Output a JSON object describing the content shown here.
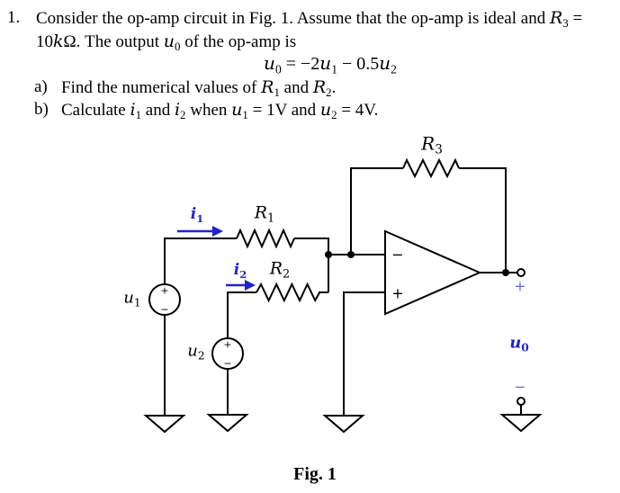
{
  "problem": {
    "number": "1.",
    "line1": [
      {
        "t": "Consider the op-amp circuit in Fig. 1. Assume that the op-amp is ideal and  ",
        "s": "n"
      },
      {
        "t": "R",
        "s": "i"
      },
      {
        "t": "3",
        "s": "sub"
      },
      {
        "t": " =",
        "s": "n"
      }
    ],
    "line2": [
      {
        "t": "10",
        "s": "n"
      },
      {
        "t": "k",
        "s": "i"
      },
      {
        "t": "Ω. The output ",
        "s": "n"
      },
      {
        "t": "u",
        "s": "i"
      },
      {
        "t": "0",
        "s": "sub"
      },
      {
        "t": "  of the op-amp is",
        "s": "n"
      }
    ],
    "equation": [
      {
        "t": "u",
        "s": "i"
      },
      {
        "t": "0",
        "s": "sub"
      },
      {
        "t": " = −2",
        "s": "n"
      },
      {
        "t": "u",
        "s": "i"
      },
      {
        "t": "1",
        "s": "sub"
      },
      {
        "t": " − 0.5",
        "s": "n"
      },
      {
        "t": "u",
        "s": "i"
      },
      {
        "t": "2",
        "s": "sub"
      }
    ],
    "item_a_label": "a)",
    "item_a": [
      {
        "t": "Find the numerical values of ",
        "s": "n"
      },
      {
        "t": "R",
        "s": "i"
      },
      {
        "t": "1",
        "s": "sub"
      },
      {
        "t": " and ",
        "s": "n"
      },
      {
        "t": "R",
        "s": "i"
      },
      {
        "t": "2",
        "s": "sub"
      },
      {
        "t": ".",
        "s": "n"
      }
    ],
    "item_b_label": "b)",
    "item_b": [
      {
        "t": "Calculate ",
        "s": "n"
      },
      {
        "t": "i",
        "s": "i"
      },
      {
        "t": "1",
        "s": "sub"
      },
      {
        "t": " and ",
        "s": "n"
      },
      {
        "t": "i",
        "s": "i"
      },
      {
        "t": "2",
        "s": "sub"
      },
      {
        "t": " when ",
        "s": "n"
      },
      {
        "t": "u",
        "s": "i"
      },
      {
        "t": "1",
        "s": "sub"
      },
      {
        "t": " = 1V and ",
        "s": "n"
      },
      {
        "t": "u",
        "s": "i"
      },
      {
        "t": "2",
        "s": "sub"
      },
      {
        "t": " = 4V.",
        "s": "n"
      }
    ]
  },
  "circuit": {
    "labels": {
      "r1": [
        {
          "t": "R",
          "s": "i"
        },
        {
          "t": "1",
          "s": "sub"
        }
      ],
      "r2": [
        {
          "t": "R",
          "s": "i"
        },
        {
          "t": "2",
          "s": "sub"
        }
      ],
      "r3": [
        {
          "t": "R",
          "s": "i"
        },
        {
          "t": "3",
          "s": "sub"
        }
      ],
      "i1": [
        {
          "t": "i",
          "s": "i"
        },
        {
          "t": "1",
          "s": "sub"
        }
      ],
      "i2": [
        {
          "t": "i",
          "s": "i"
        },
        {
          "t": "2",
          "s": "sub"
        }
      ],
      "u1": [
        {
          "t": "u",
          "s": "i"
        },
        {
          "t": "1",
          "s": "sub"
        }
      ],
      "u2": [
        {
          "t": "u",
          "s": "i"
        },
        {
          "t": "2",
          "s": "sub"
        }
      ],
      "u0": [
        {
          "t": "u",
          "s": "i"
        },
        {
          "t": "0",
          "s": "sub"
        }
      ],
      "opamp_minus": "−",
      "opamp_plus": "+",
      "source_plus": "+",
      "source_minus": "−",
      "output_plus": "+",
      "output_minus": "−"
    },
    "colors": {
      "wire": "#000000",
      "current_blue": "#2222cc",
      "polarity_blue": "#6e6ee6"
    },
    "caption": "Fig. 1"
  }
}
